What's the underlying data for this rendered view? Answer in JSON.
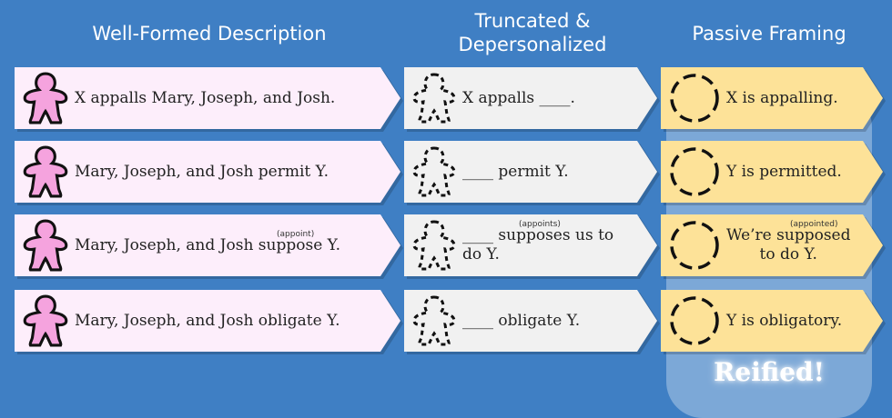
{
  "headers": {
    "col1": "Well-Formed Description",
    "col2_line1": "Truncated &",
    "col2_line2": "Depersonalized",
    "col3": "Passive Framing"
  },
  "rows": [
    {
      "col1": "X appalls Mary, Joseph, and Josh.",
      "col2": "X appalls ____.",
      "col3": "X is appalling."
    },
    {
      "col1": "Mary, Joseph, and Josh permit Y.",
      "col2": "____ permit Y.",
      "col3": "Y is permitted."
    },
    {
      "col1": "Mary, Joseph, and Josh suppose Y.",
      "col1_note": "(appoint)",
      "col2_line1": "____ supposes us to",
      "col2_line2": "do Y.",
      "col2_note": "(appoints)",
      "col3_line1": "We’re supposed",
      "col3_line2": "to do Y.",
      "col3_note": "(appointed)"
    },
    {
      "col1": "Mary, Joseph, and Josh obligate Y.",
      "col2": "____ obligate Y.",
      "col3": "Y is obligatory."
    }
  ],
  "reified_label": "Reified!",
  "colors": {
    "background": "#3f7fc4",
    "col1_fill": "#fdeefb",
    "col2_fill": "#f1f1f1",
    "col3_fill": "#fde298",
    "meeple_fill": "#f5a3de"
  },
  "icons": {
    "col1": "pink-meeple-icon",
    "col2": "dashed-meeple-outline-icon",
    "col3": "dashed-circle-icon"
  }
}
